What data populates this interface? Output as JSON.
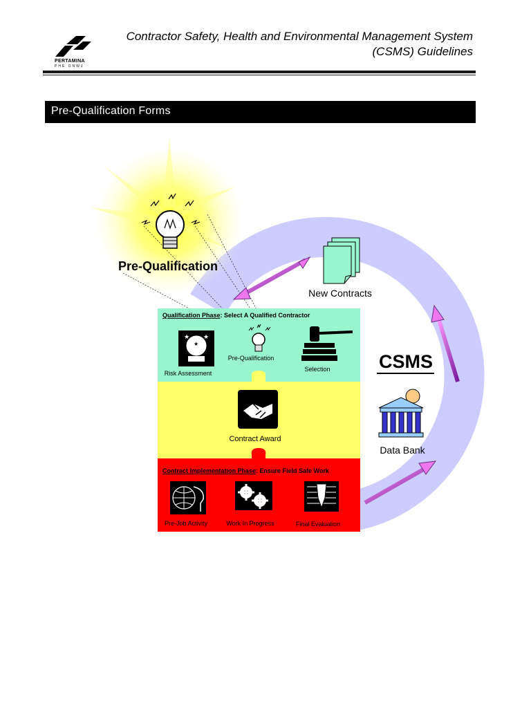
{
  "header": {
    "title_line1": "Contractor Safety, Health and Environmental Management System",
    "title_line2": "(CSMS) Guidelines",
    "logo_name": "PERTAMINA",
    "logo_sub": "PHE ONWJ"
  },
  "section": {
    "title": "Pre-Qualification Forms"
  },
  "diagram": {
    "prequal_label": "Pre-Qualification",
    "new_contracts_label": "New Contracts",
    "csms_label": "CSMS",
    "data_bank_label": "Data Bank",
    "qualification_phase": {
      "heading_bold": "Qualification  Phase",
      "heading_rest": ": Select A Qualified Contractor",
      "items": [
        "Risk Assessment",
        "Pre-Qualification",
        "Selection"
      ]
    },
    "contract_award_label": "Contract Award",
    "implementation_phase": {
      "heading_bold": "Contract Implementation Phase",
      "heading_rest": ": Ensure Field Safe Work",
      "items": [
        "Pre-Job Activity",
        "Work In Progress",
        "Final Evaluation"
      ]
    },
    "colors": {
      "qualification_panel": "#99f5cc",
      "award_panel": "#ffff66",
      "implementation_panel": "#ff0000",
      "cycle_ring": "#ccccff",
      "arrow": "#ee77ee"
    }
  }
}
